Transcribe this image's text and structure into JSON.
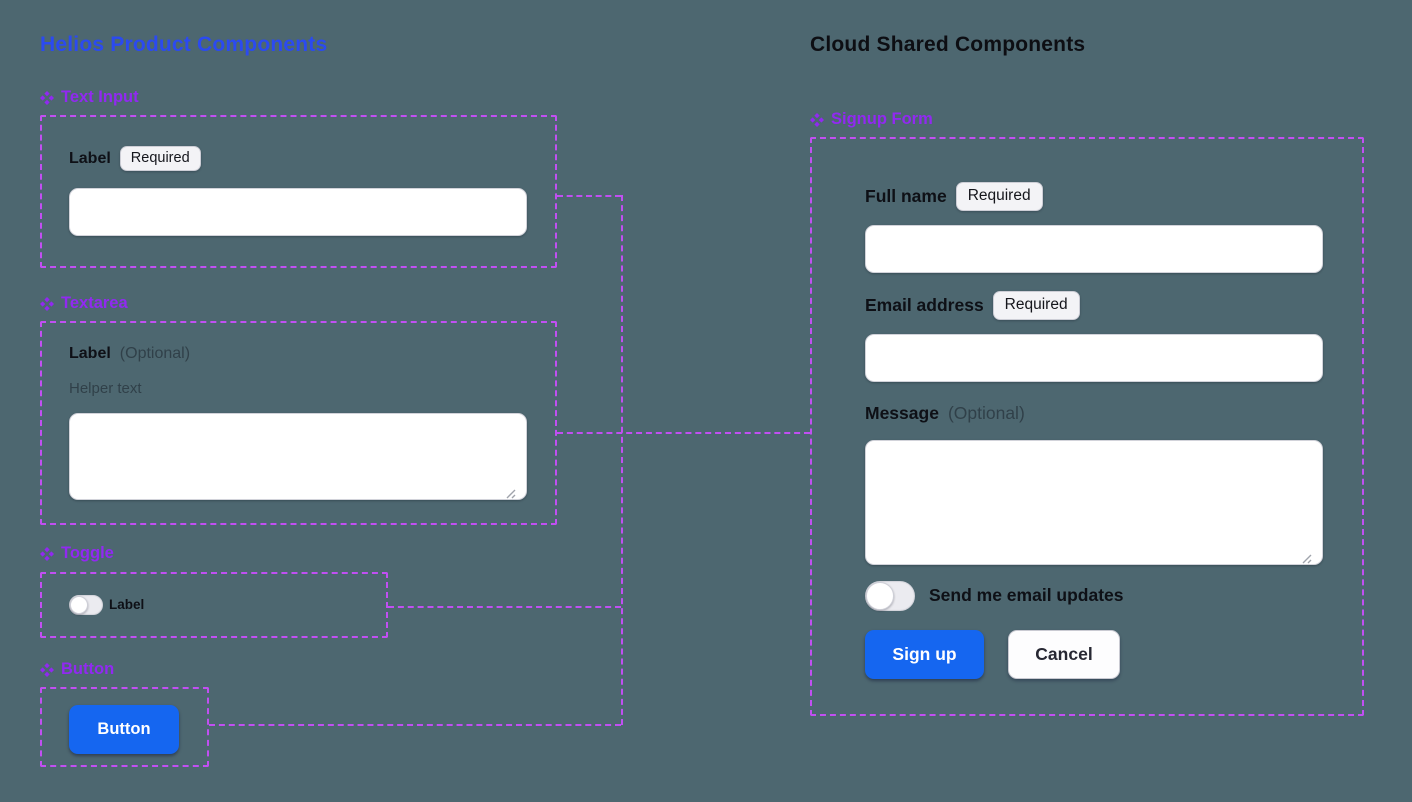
{
  "colors": {
    "canvas_bg": "#4d6770",
    "left_title_blue": "#2b4af0",
    "right_title_black": "#0d0e13",
    "component_heading_purple": "#9129f1",
    "dashed_frame_violet": "#c14ff2",
    "primary_button_blue": "#1566f0"
  },
  "left_panel": {
    "title": "Helios Product Components",
    "text_input": {
      "icon": "component-icon",
      "heading": "Text Input",
      "label": "Label",
      "badge": "Required",
      "value": "",
      "placeholder": ""
    },
    "textarea": {
      "icon": "component-icon",
      "heading": "Textarea",
      "label": "Label",
      "optional_note": "(Optional)",
      "helper_text": "Helper text",
      "value": "",
      "placeholder": ""
    },
    "toggle": {
      "icon": "component-icon",
      "heading": "Toggle",
      "label": "Label",
      "state": "off"
    },
    "button": {
      "icon": "component-icon",
      "heading": "Button",
      "label": "Button"
    }
  },
  "right_panel": {
    "title": "Cloud Shared Components",
    "signup_form": {
      "icon": "component-icon",
      "heading": "Signup Form",
      "full_name": {
        "label": "Full name",
        "badge": "Required",
        "value": "",
        "placeholder": ""
      },
      "email": {
        "label": "Email address",
        "badge": "Required",
        "value": "",
        "placeholder": ""
      },
      "message": {
        "label": "Message",
        "optional_note": "(Optional)",
        "value": "",
        "placeholder": ""
      },
      "email_updates": {
        "label": "Send me email updates",
        "state": "off"
      },
      "signup_button": "Sign up",
      "cancel_button": "Cancel"
    }
  }
}
